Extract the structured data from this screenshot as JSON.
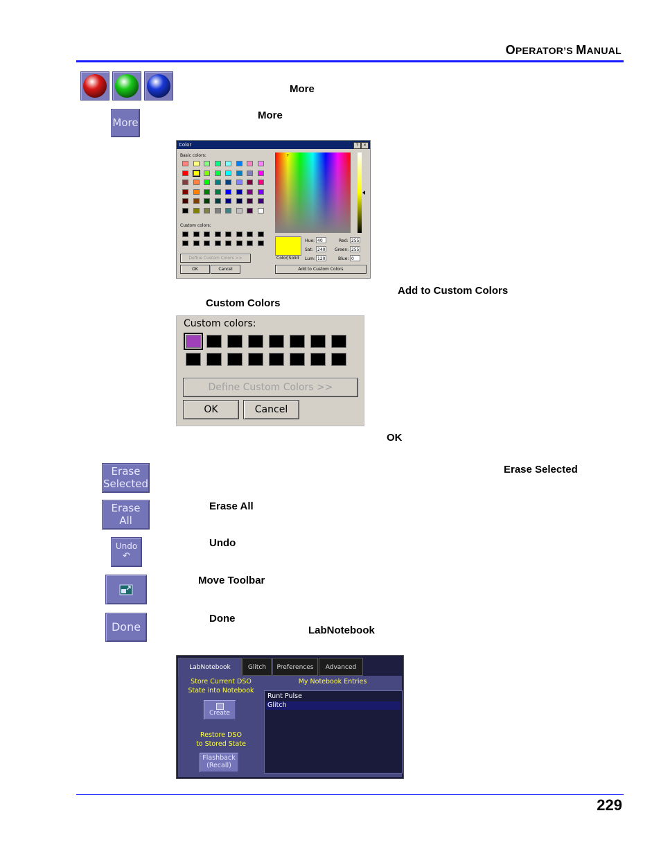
{
  "header": {
    "title_first": "O",
    "title_rest": "PERATOR’S ",
    "title_m": "M",
    "title_anual": "ANUAL"
  },
  "page_number": "229",
  "labels": {
    "more_1": "More",
    "more_2": "More",
    "add_to_custom_colors": "Add to Custom Colors",
    "custom_colors": "Custom Colors",
    "ok": "OK",
    "erase_selected": "Erase Selected",
    "erase_all": "Erase All",
    "undo": "Undo",
    "move_toolbar": "Move Toolbar",
    "done": "Done",
    "labnotebook": "LabNotebook"
  },
  "buttons": {
    "more": "More",
    "erase_selected_l1": "Erase",
    "erase_selected_l2": "Selected",
    "erase_all_l1": "Erase",
    "erase_all_l2": "All",
    "undo": "Undo",
    "undo_glyph": "↶",
    "done": "Done"
  },
  "color_balls": [
    "#d81818",
    "#18c818",
    "#1838d8"
  ],
  "color_dialog": {
    "title": "Color",
    "help": "?",
    "close": "×",
    "basic_colors_label": "Basic colors:",
    "custom_colors_label": "Custom colors:",
    "define_button": "Define Custom Colors >>",
    "ok_button": "OK",
    "cancel_button": "Cancel",
    "color_solid_label": "Color|Solid",
    "add_button": "Add to Custom Colors",
    "hue_label": "Hue:",
    "hue_value": "40",
    "sat_label": "Sat:",
    "sat_value": "240",
    "lum_label": "Lum:",
    "lum_value": "120",
    "red_label": "Red:",
    "red_value": "255",
    "green_label": "Green:",
    "green_value": "255",
    "blue_label": "Blue:",
    "blue_value": "0",
    "preview_color": "#ffff00",
    "basic_swatches": [
      [
        "#ff8080",
        "#ffff80",
        "#80ff80",
        "#00ff80",
        "#80ffff",
        "#0080ff",
        "#ff80c0",
        "#ff80ff"
      ],
      [
        "#ff0000",
        "#ffff00",
        "#80ff00",
        "#00ff40",
        "#00ffff",
        "#0080c0",
        "#8080c0",
        "#ff00ff"
      ],
      [
        "#804040",
        "#ff8040",
        "#00ff00",
        "#008080",
        "#004080",
        "#8080ff",
        "#800040",
        "#ff0080"
      ],
      [
        "#800000",
        "#ff8000",
        "#008000",
        "#008040",
        "#0000ff",
        "#0000a0",
        "#800080",
        "#8000ff"
      ],
      [
        "#400000",
        "#804000",
        "#004000",
        "#004040",
        "#000080",
        "#000040",
        "#400040",
        "#400080"
      ],
      [
        "#000000",
        "#808000",
        "#808040",
        "#808080",
        "#408080",
        "#c0c0c0",
        "#400040",
        "#ffffff"
      ]
    ]
  },
  "custom_colors_panel": {
    "label": "Custom colors:",
    "first_swatch": "#a040b8",
    "define_button": "Define Custom Colors >>",
    "ok_button": "OK",
    "cancel_button": "Cancel"
  },
  "labnotebook_panel": {
    "tabs": [
      "LabNotebook",
      "Glitch",
      "Preferences",
      "Advanced"
    ],
    "store_text_l1": "Store Current DSO",
    "store_text_l2": "State into Notebook",
    "create_button": "Create",
    "restore_text_l1": "Restore DSO",
    "restore_text_l2": "to Stored State",
    "flashback_l1": "Flashback",
    "flashback_l2": "(Recall)",
    "entries_title": "My Notebook Entries",
    "entries": [
      "Runt Pulse",
      "Glitch"
    ]
  }
}
